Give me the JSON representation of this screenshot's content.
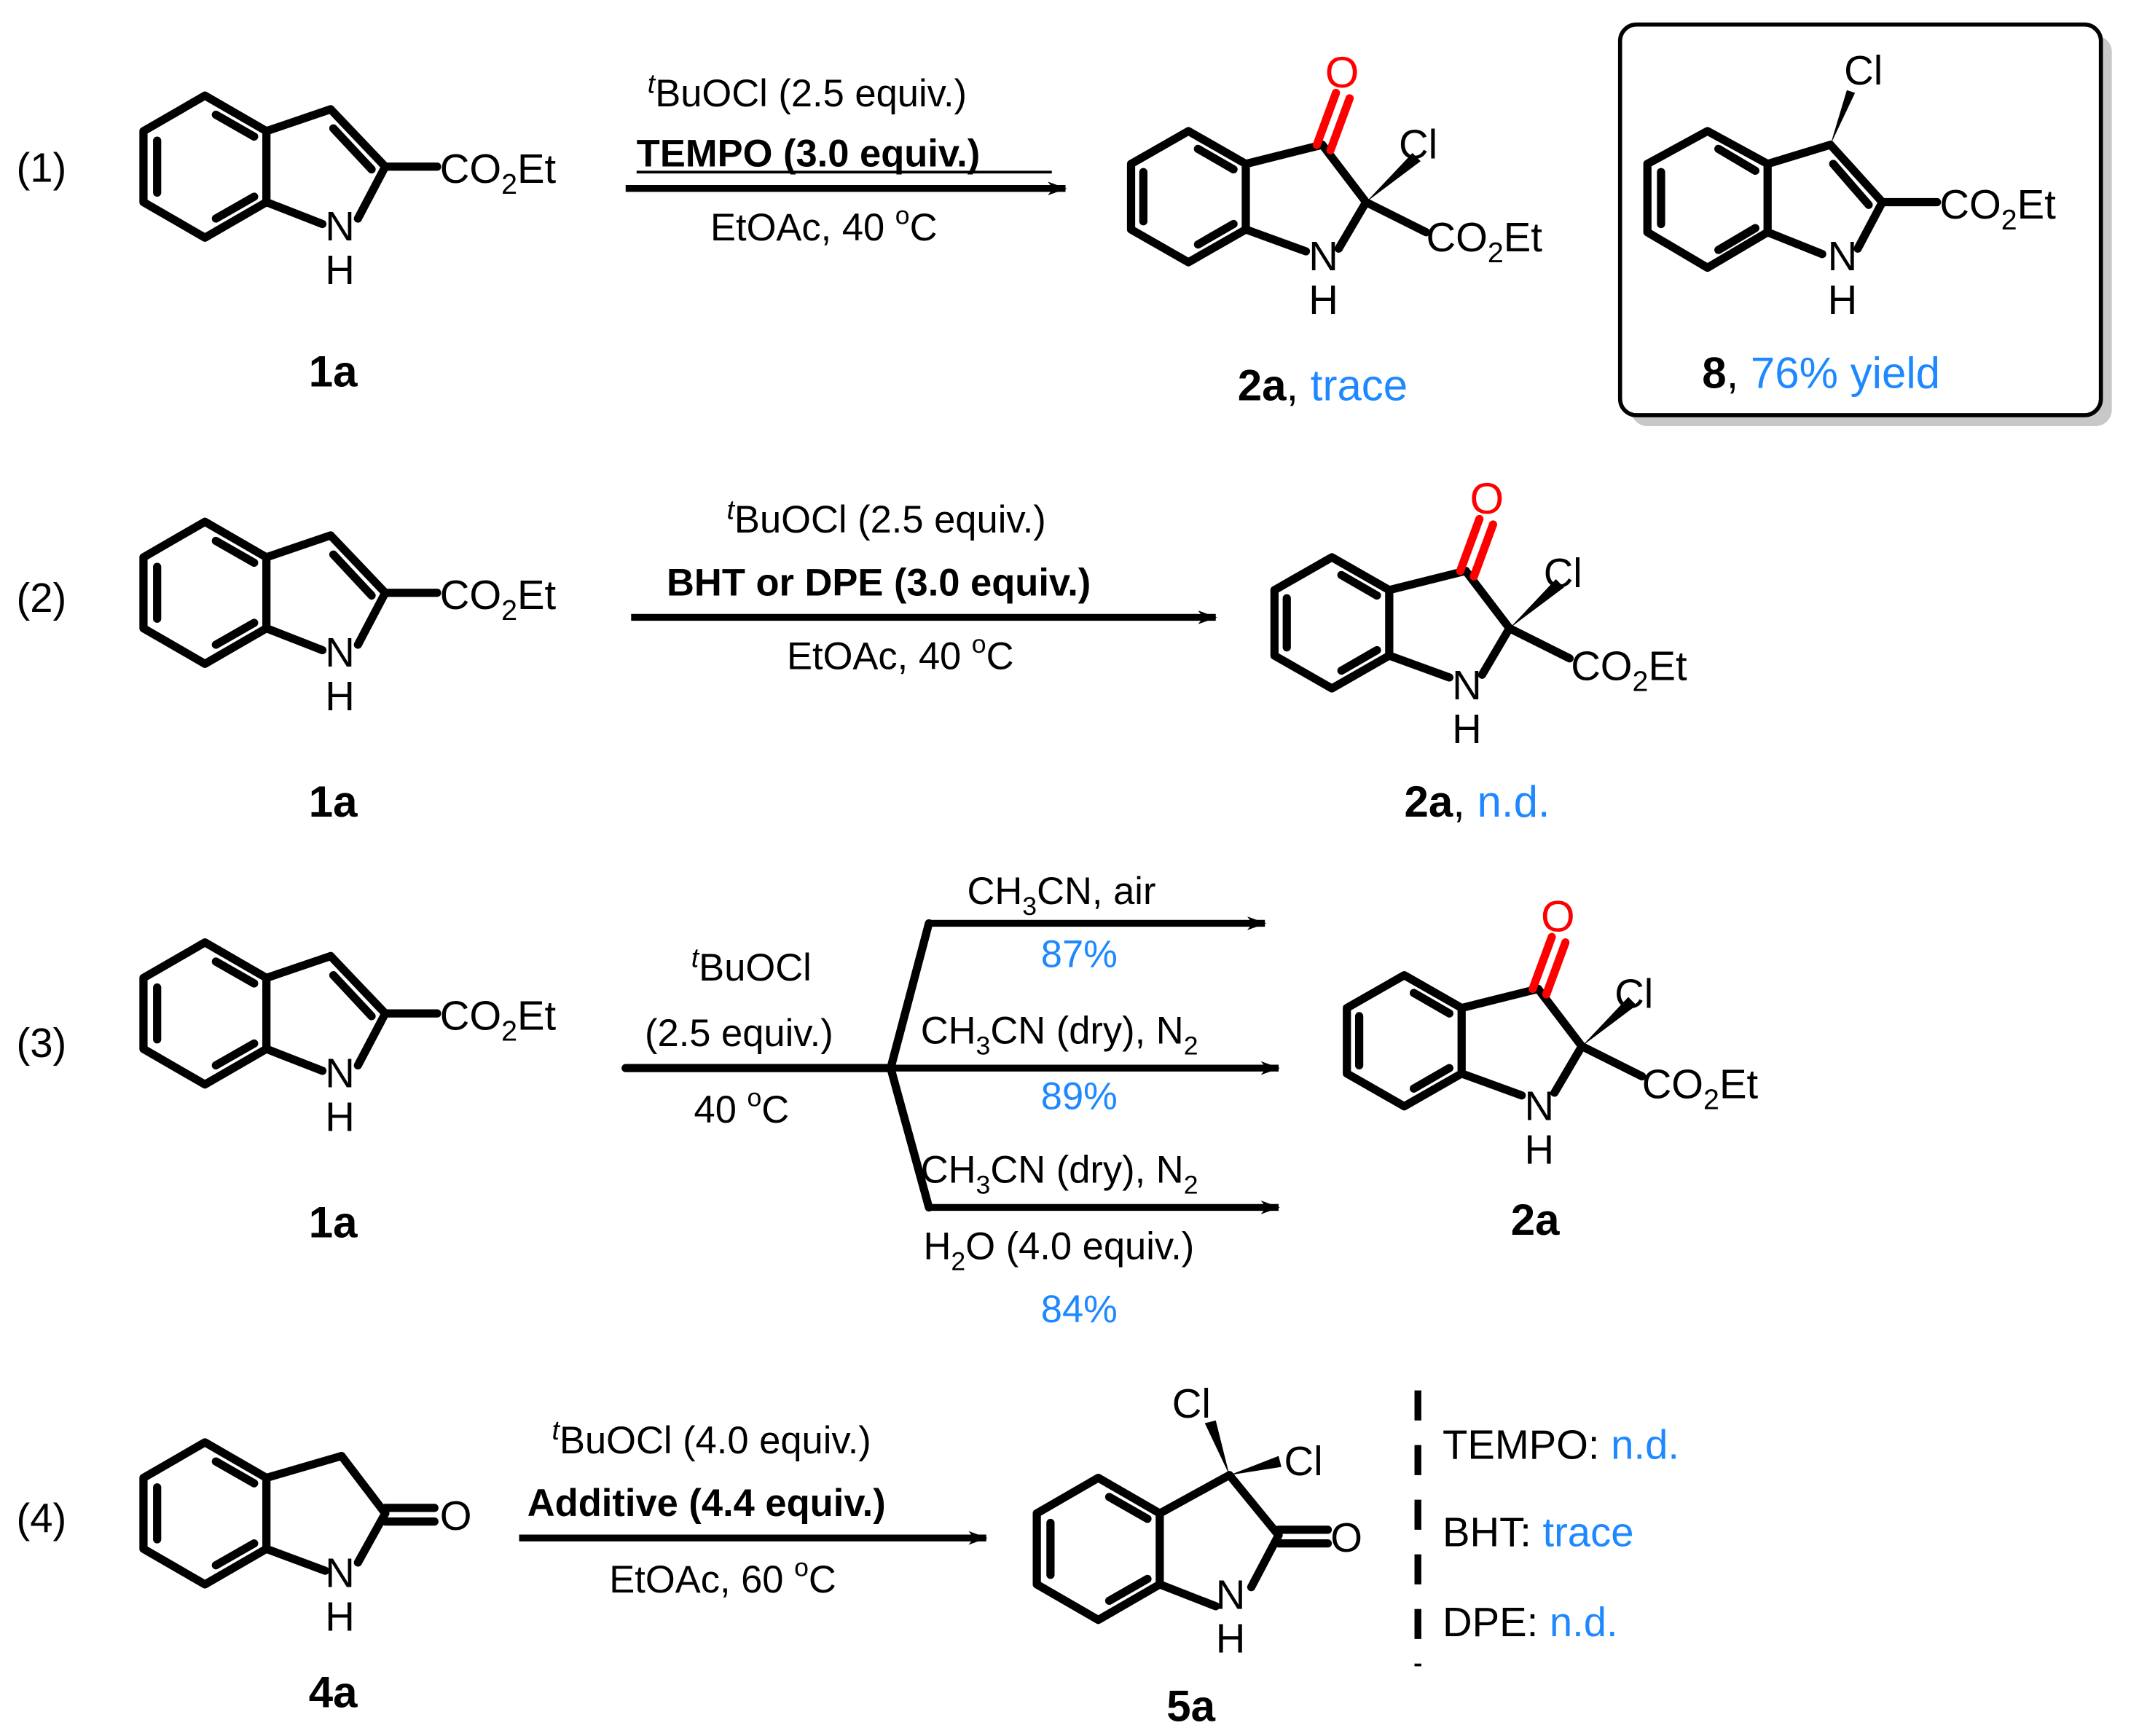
{
  "reactions": [
    {
      "number": "(1)",
      "substrate": {
        "label": "1a",
        "group": "CO2Et",
        "nh": "N",
        "h": "H"
      },
      "conditions": {
        "reagent": "BuOCl (2.5 equiv.)",
        "reagent_prefix": "t",
        "additive": "TEMPO (3.0 equiv.)",
        "solvent": "EtOAc, 40 ",
        "unit": "C",
        "deg": "o"
      },
      "product": {
        "label": "2a",
        "result": "trace",
        "cl": "Cl",
        "o": "O",
        "group": "CO2Et"
      }
    },
    {
      "number": "(2)",
      "substrate": {
        "label": "1a"
      },
      "conditions": {
        "reagent": "BuOCl (2.5 equiv.)",
        "reagent_prefix": "t",
        "additive": "BHT or DPE (3.0 equiv.)",
        "solvent": "EtOAc, 40 ",
        "unit": "C",
        "deg": "o"
      },
      "product": {
        "label": "2a",
        "result": "n.d."
      }
    },
    {
      "number": "(3)",
      "substrate": {
        "label": "1a"
      },
      "conditions": {
        "reagent": "BuOCl",
        "reagent_prefix": "t",
        "amount": "(2.5 equiv.)",
        "temp": "40 ",
        "unit": "C",
        "deg": "o"
      },
      "branches": [
        {
          "cond": "CH3CN,  air",
          "yield": "87%"
        },
        {
          "cond": "CH3CN (dry), N2",
          "yield": "89%"
        },
        {
          "cond": "CH3CN (dry), N2",
          "extra": "H2O (4.0 equiv.)",
          "yield": "84%"
        }
      ],
      "product": {
        "label": "2a"
      }
    },
    {
      "number": "(4)",
      "substrate": {
        "label": "4a"
      },
      "conditions": {
        "reagent": "BuOCl (4.0 equiv.)",
        "reagent_prefix": "t",
        "additive": "Additive (4.4 equiv.)",
        "solvent": "EtOAc, 60 ",
        "unit": "C",
        "deg": "o"
      },
      "product": {
        "label": "5a"
      },
      "additive_results": [
        {
          "name": "TEMPO:",
          "result": "n.d."
        },
        {
          "name": "BHT:",
          "result": "trace"
        },
        {
          "name": "DPE:",
          "result": "n.d."
        }
      ]
    }
  ],
  "inset": {
    "label": "8",
    "result": "76% yield"
  },
  "colors": {
    "accent_yield": "#1e88ff",
    "carbonyl_oxygen": "#ff0000"
  }
}
